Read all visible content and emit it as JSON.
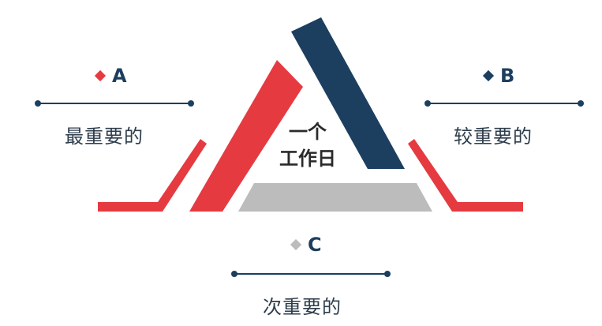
{
  "center": {
    "line1": "一个",
    "line2": "工作日"
  },
  "items": [
    {
      "letter": "A",
      "text": "最重要的",
      "color": "#e63a41"
    },
    {
      "letter": "B",
      "text": "较重要的",
      "color": "#1c3f60"
    },
    {
      "letter": "C",
      "text": "次重要的",
      "color": "#bcbcbc"
    }
  ]
}
